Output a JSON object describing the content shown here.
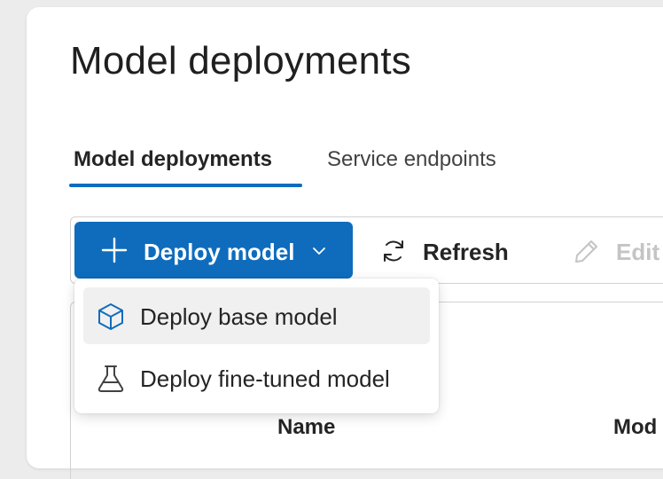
{
  "page": {
    "title": "Model deployments"
  },
  "tabs": [
    {
      "label": "Model deployments",
      "active": true
    },
    {
      "label": "Service endpoints",
      "active": false
    }
  ],
  "toolbar": {
    "deploy_label": "Deploy model",
    "refresh_label": "Refresh",
    "edit_label": "Edit"
  },
  "dropdown": {
    "items": [
      {
        "label": "Deploy base model",
        "icon": "cube-icon"
      },
      {
        "label": "Deploy fine-tuned model",
        "icon": "flask-icon"
      }
    ]
  },
  "table": {
    "columns": [
      "Name",
      "Mod"
    ]
  },
  "colors": {
    "accent": "#0f6cbd",
    "disabled_text": "#c4c4c4",
    "hover_bg": "#f0f0f0"
  }
}
